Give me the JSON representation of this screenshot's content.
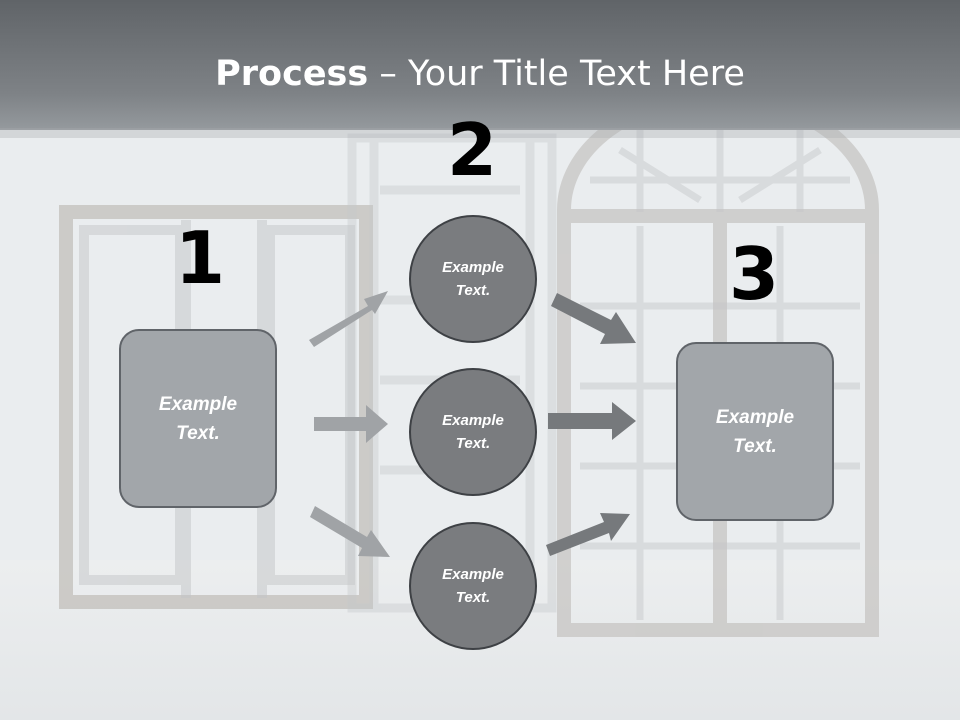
{
  "title": {
    "bold": "Process",
    "rest": " – Your Title Text Here"
  },
  "steps": [
    {
      "number": "1",
      "text": "Example\nText."
    },
    {
      "number": "2",
      "text": "Example\nText."
    },
    {
      "number": "3",
      "text": "Example\nText."
    }
  ],
  "circles": [
    {
      "text": "Example\nText."
    },
    {
      "text": "Example\nText."
    },
    {
      "text": "Example\nText."
    }
  ],
  "colors": {
    "header": "#6a6e72",
    "box_fill": "#a2a6aa",
    "circle_fill": "#7a7c7f",
    "arrow_light": "#a0a3a6",
    "arrow_dark": "#76797c"
  }
}
